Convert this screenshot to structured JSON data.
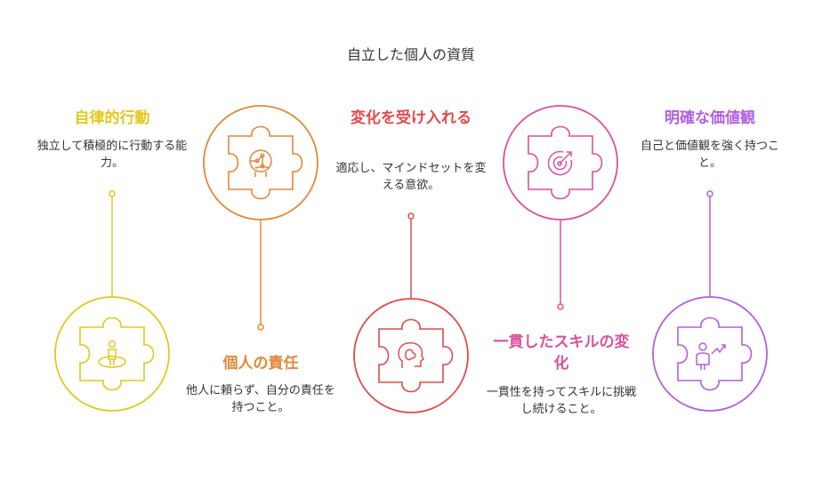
{
  "title": "自立した個人の資質",
  "nodes": [
    {
      "title": "自律的行動",
      "description": "独立して積極的に行動する能力。",
      "color": "#e3c81d",
      "icon": "person-on-target-icon"
    },
    {
      "title": "個人の責任",
      "description": "他人に頼らず、自分の責任を持つこと。",
      "color": "#e0893a",
      "icon": "brain-network-icon"
    },
    {
      "title": "変化を受け入れる",
      "description": "適応し、マインドセットを変える意欲。",
      "color": "#e04b4b",
      "icon": "head-brain-icon"
    },
    {
      "title": "一貫したスキルの変化",
      "description": "一貫性を持ってスキルに挑戦し続けること。",
      "color": "#d9519f",
      "icon": "target-arrow-icon"
    },
    {
      "title": "明確な価値観",
      "description": "自己と価値観を強く持つこと。",
      "color": "#b25ee0",
      "icon": "person-growth-icon"
    }
  ]
}
